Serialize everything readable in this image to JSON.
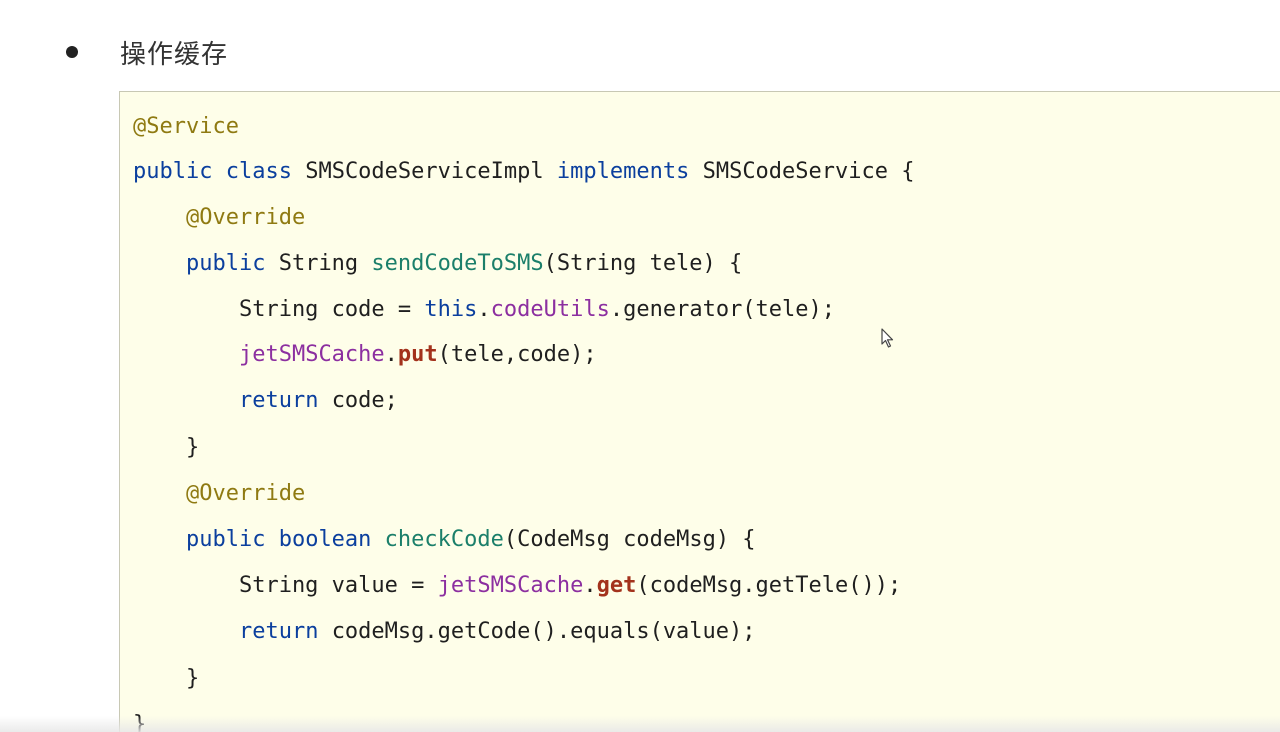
{
  "section": {
    "heading": "操作缓存"
  },
  "code": {
    "lines": [
      [
        {
          "t": "@Service",
          "c": "ann"
        }
      ],
      [
        {
          "t": "public ",
          "c": "kw"
        },
        {
          "t": "class ",
          "c": "kw"
        },
        {
          "t": "SMSCodeServiceImpl ",
          "c": "plain"
        },
        {
          "t": "implements ",
          "c": "kw"
        },
        {
          "t": "SMSCodeService {",
          "c": "plain"
        }
      ],
      [
        {
          "t": "    ",
          "c": "plain"
        },
        {
          "t": "@Override",
          "c": "ann"
        }
      ],
      [
        {
          "t": "    ",
          "c": "plain"
        },
        {
          "t": "public ",
          "c": "kw"
        },
        {
          "t": "String ",
          "c": "plain"
        },
        {
          "t": "sendCodeToSMS",
          "c": "method"
        },
        {
          "t": "(String tele) {",
          "c": "plain"
        }
      ],
      [
        {
          "t": "        String code = ",
          "c": "plain"
        },
        {
          "t": "this",
          "c": "kw"
        },
        {
          "t": ".",
          "c": "plain"
        },
        {
          "t": "codeUtils",
          "c": "field"
        },
        {
          "t": ".generator(tele);",
          "c": "plain"
        }
      ],
      [
        {
          "t": "        ",
          "c": "plain"
        },
        {
          "t": "jetSMSCache",
          "c": "field"
        },
        {
          "t": ".",
          "c": "plain"
        },
        {
          "t": "put",
          "c": "call"
        },
        {
          "t": "(tele,code);",
          "c": "plain"
        }
      ],
      [
        {
          "t": "        ",
          "c": "plain"
        },
        {
          "t": "return ",
          "c": "kw"
        },
        {
          "t": "code;",
          "c": "plain"
        }
      ],
      [
        {
          "t": "    }",
          "c": "plain"
        }
      ],
      [
        {
          "t": "    ",
          "c": "plain"
        },
        {
          "t": "@Override",
          "c": "ann"
        }
      ],
      [
        {
          "t": "    ",
          "c": "plain"
        },
        {
          "t": "public ",
          "c": "kw"
        },
        {
          "t": "boolean ",
          "c": "kw"
        },
        {
          "t": "checkCode",
          "c": "method"
        },
        {
          "t": "(CodeMsg codeMsg) {",
          "c": "plain"
        }
      ],
      [
        {
          "t": "        String value = ",
          "c": "plain"
        },
        {
          "t": "jetSMSCache",
          "c": "field"
        },
        {
          "t": ".",
          "c": "plain"
        },
        {
          "t": "get",
          "c": "call"
        },
        {
          "t": "(codeMsg.getTele());",
          "c": "plain"
        }
      ],
      [
        {
          "t": "        ",
          "c": "plain"
        },
        {
          "t": "return ",
          "c": "kw"
        },
        {
          "t": "codeMsg.getCode().equals(value);",
          "c": "plain"
        }
      ],
      [
        {
          "t": "    }",
          "c": "plain"
        }
      ],
      [
        {
          "t": "}",
          "c": "plain"
        }
      ]
    ]
  },
  "colors": {
    "code_background": "#fefee9",
    "keyword": "#0b3f9e",
    "annotation": "#8f7a12",
    "method_name": "#1b7f6a",
    "field": "#8c2fa0",
    "cache_call": "#a3321c"
  },
  "icons": {
    "bullet": "bullet-dot-icon",
    "cursor": "mouse-pointer-icon"
  }
}
